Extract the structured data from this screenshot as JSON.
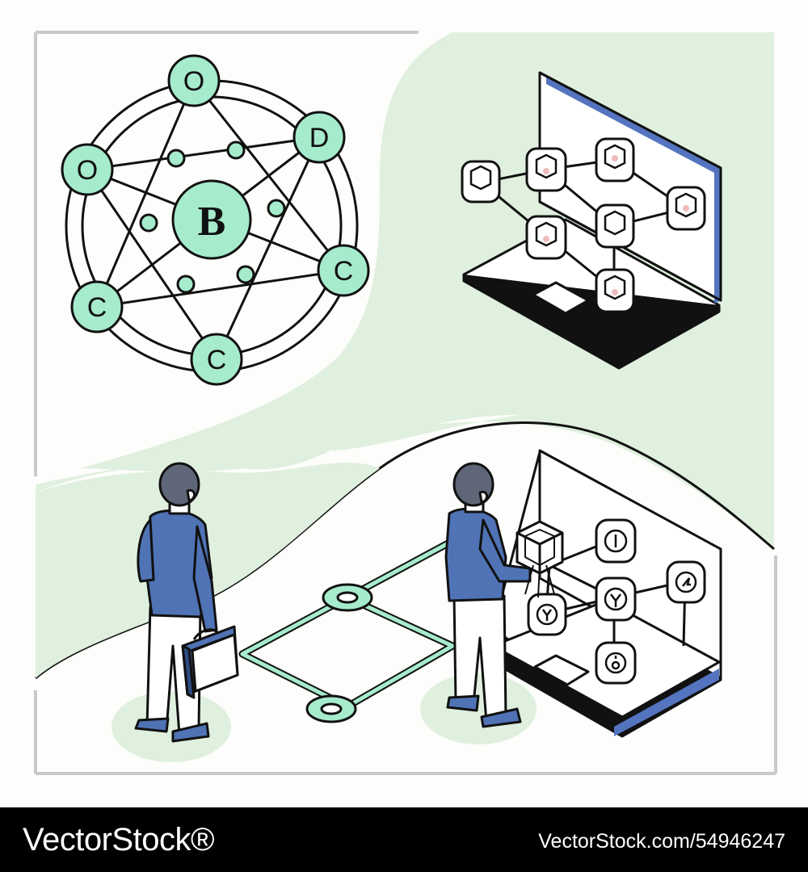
{
  "colors": {
    "mint": "#a6ebcc",
    "pale_green": "#dff0de",
    "figure_blue": "#4f73b5",
    "laptop_blue": "#5474c0",
    "hair": "#5f6677",
    "ink": "#111111",
    "footer_bg": "#000000"
  },
  "network": {
    "center_label": "B",
    "outer_labels": [
      "O",
      "D",
      "C",
      "C",
      "C",
      "O"
    ]
  },
  "footer": {
    "brand": "VectorStock®",
    "url": "VectorStock.com/54946247"
  }
}
